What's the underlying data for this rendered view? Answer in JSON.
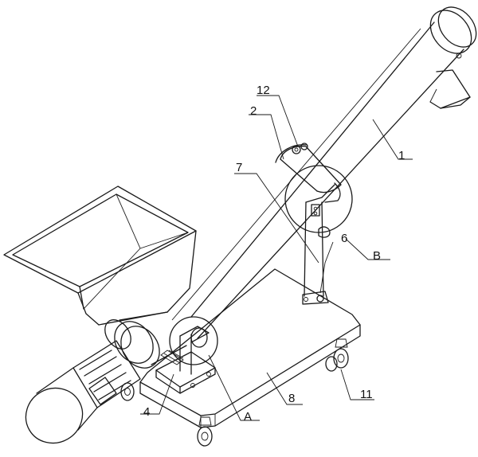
{
  "callouts": {
    "c1": "1",
    "c2": "2",
    "c4": "4",
    "c6": "6",
    "c7": "7",
    "c8": "8",
    "c11": "11",
    "c12": "12",
    "cA": "A",
    "cB": "B"
  }
}
